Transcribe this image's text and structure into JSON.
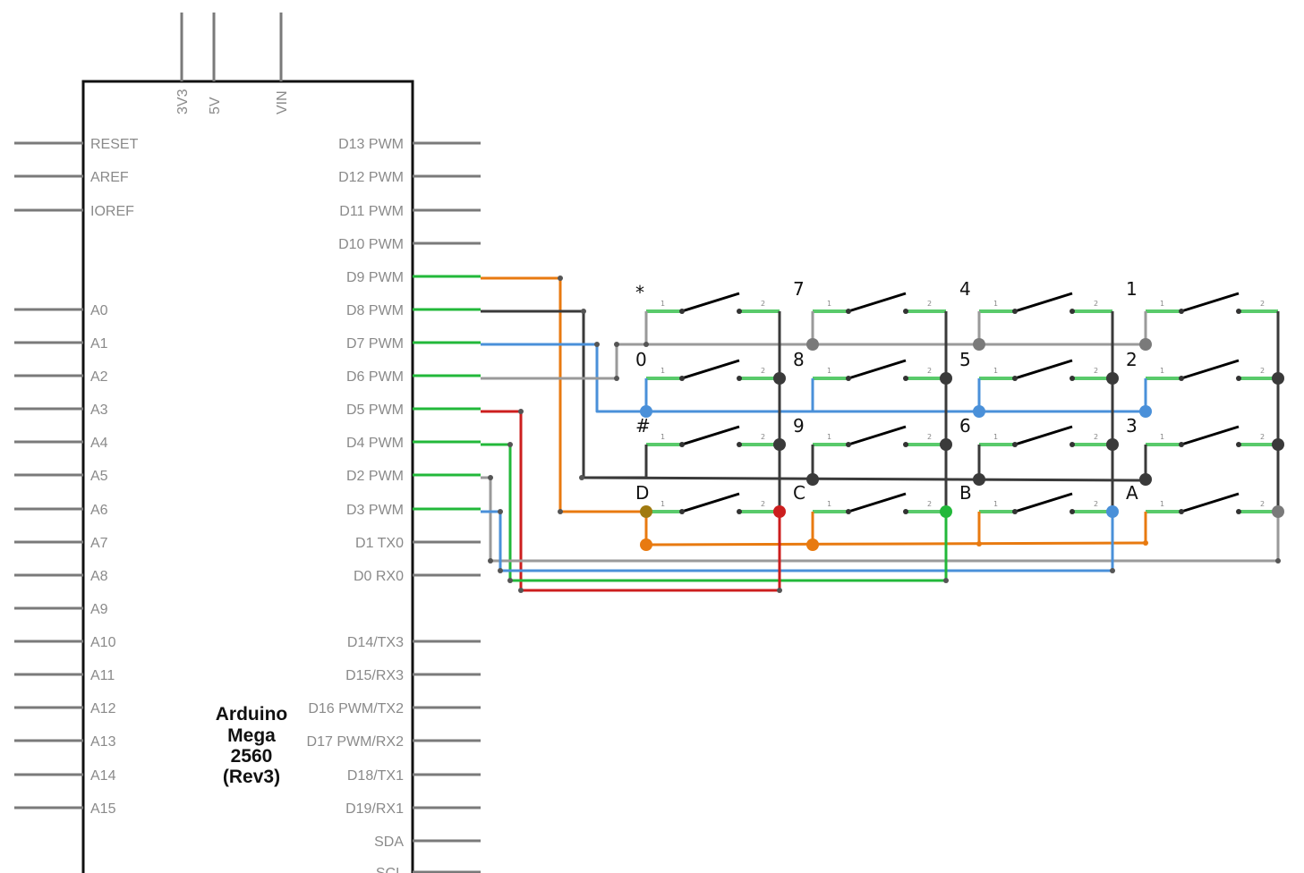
{
  "board": {
    "title_lines": [
      "Arduino",
      "Mega",
      "2560",
      "(Rev3)"
    ],
    "top_pins": [
      "3V3",
      "5V",
      "VIN"
    ],
    "left_pins": [
      "RESET",
      "AREF",
      "IOREF",
      "A0",
      "A1",
      "A2",
      "A3",
      "A4",
      "A5",
      "A6",
      "A7",
      "A8",
      "A9",
      "A10",
      "A11",
      "A12",
      "A13",
      "A14",
      "A15"
    ],
    "right_pins": [
      "D13 PWM",
      "D12 PWM",
      "D11 PWM",
      "D10 PWM",
      "D9 PWM",
      "D8 PWM",
      "D7 PWM",
      "D6 PWM",
      "D5 PWM",
      "D4 PWM",
      "D2 PWM",
      "D3 PWM",
      "D1 TX0",
      "D0 RX0",
      "D14/TX3",
      "D15/RX3",
      "D16 PWM/TX2",
      "D17 PWM/RX2",
      "D18/TX1",
      "D19/RX1",
      "SDA",
      "SCL"
    ]
  },
  "keypad": {
    "key_labels": [
      [
        "*",
        "7",
        "4",
        "1"
      ],
      [
        "0",
        "8",
        "5",
        "2"
      ],
      [
        "#",
        "9",
        "6",
        "3"
      ],
      [
        "D",
        "C",
        "B",
        "A"
      ]
    ],
    "terminal_labels": [
      "1",
      "2"
    ]
  },
  "colors": {
    "orange": "#e87a10",
    "dark": "#3a3a3a",
    "blue": "#4a90d9",
    "gray": "#9a9a9a",
    "red": "#cc1e1e",
    "green": "#22b83a",
    "pin_line": "#7a7a7a"
  }
}
